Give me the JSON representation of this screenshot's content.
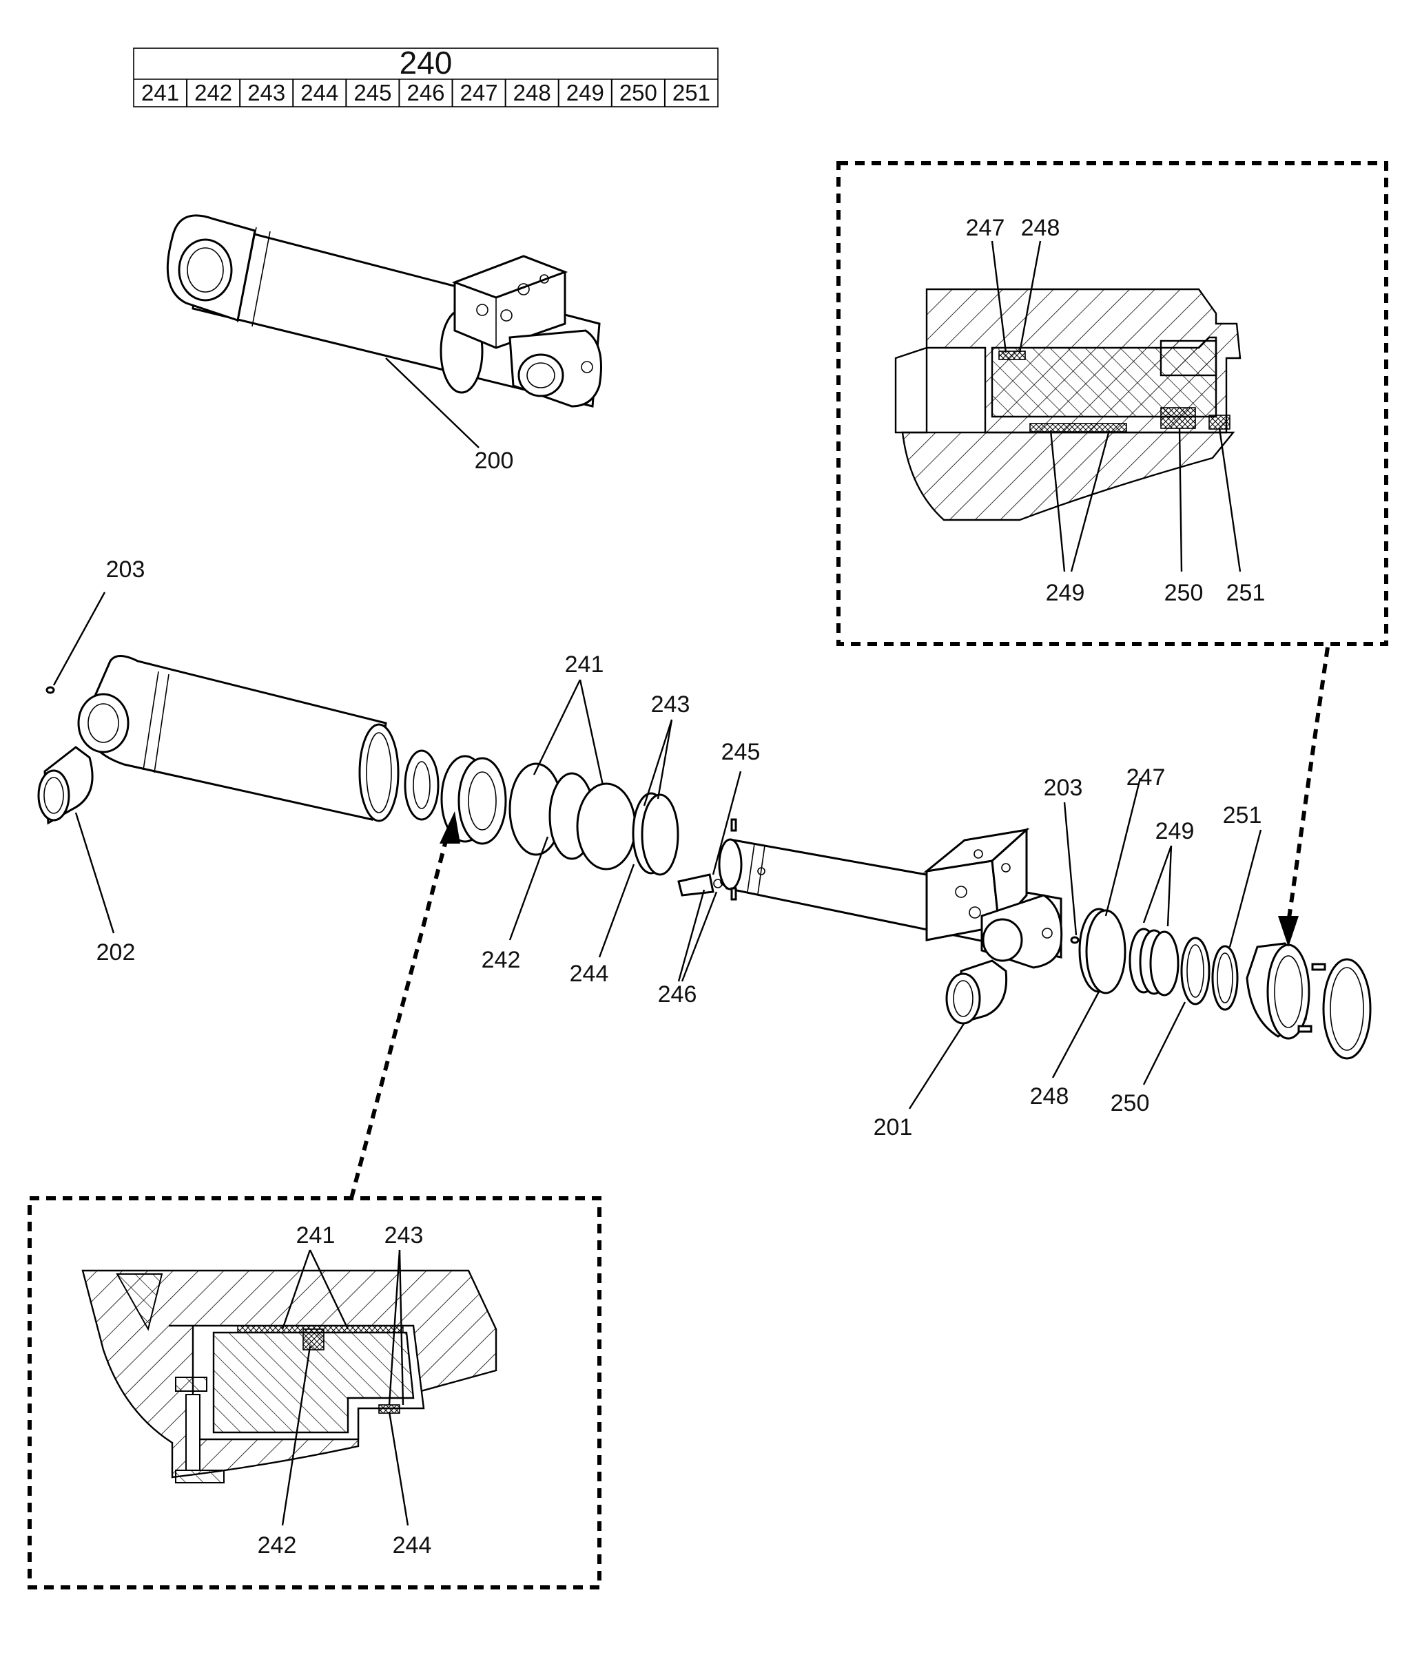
{
  "kit_table": {
    "title": "240",
    "cells": [
      "241",
      "242",
      "243",
      "244",
      "245",
      "246",
      "247",
      "248",
      "249",
      "250",
      "251"
    ]
  },
  "labels": {
    "p200": "200",
    "p201": "201",
    "p202": "202",
    "p203_left": "203",
    "p203_right": "203",
    "p241": "241",
    "p242": "242",
    "p243": "243",
    "p244": "244",
    "p245": "245",
    "p246": "246",
    "p247": "247",
    "p248": "248",
    "p249": "249",
    "p250": "250",
    "p251": "251"
  },
  "detail_top_right": {
    "labels": {
      "a": "247",
      "b": "248",
      "c": "249",
      "d": "250",
      "e": "251"
    }
  },
  "detail_bottom_left": {
    "labels": {
      "a": "241",
      "b": "243",
      "c": "242",
      "d": "244"
    }
  }
}
